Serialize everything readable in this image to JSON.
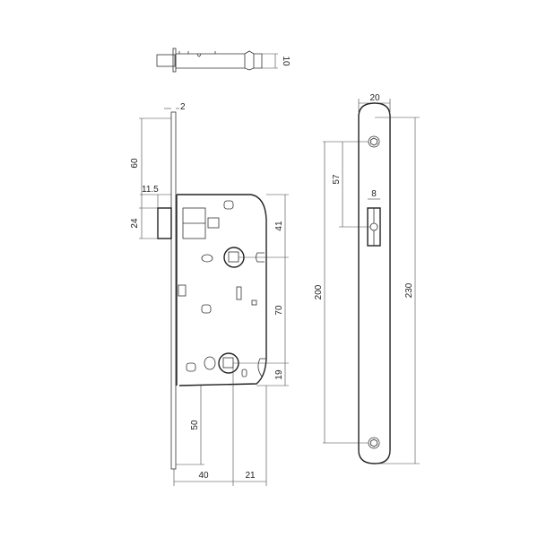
{
  "diagram": {
    "subject": "mortise lock with faceplate",
    "views": [
      "top-view",
      "side-view",
      "faceplate-front-view"
    ]
  },
  "dimensions": {
    "top_bolt_height": "10",
    "faceplate_thickness": "2",
    "top_to_latch": "60",
    "latch_projection": "11.5",
    "latch_height": "24",
    "latch_to_spindle": "41",
    "spindle_to_lower": "70",
    "lower_to_corner": "19",
    "bottom_to_lower": "50",
    "backset": "40",
    "case_depth_from_spindle": "21",
    "faceplate_width": "20",
    "screw_to_slot": "57",
    "slot_width": "8",
    "screw_spacing": "200",
    "faceplate_length": "230"
  },
  "colors": {
    "line": "#333333",
    "background": "#ffffff"
  }
}
